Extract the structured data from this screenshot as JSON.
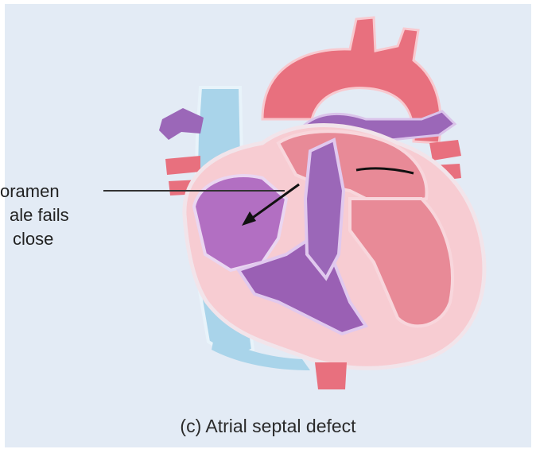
{
  "annotation": {
    "lines": [
      "oramen",
      "ale fails",
      "close"
    ]
  },
  "caption": "(c)  Atrial septal defect"
}
